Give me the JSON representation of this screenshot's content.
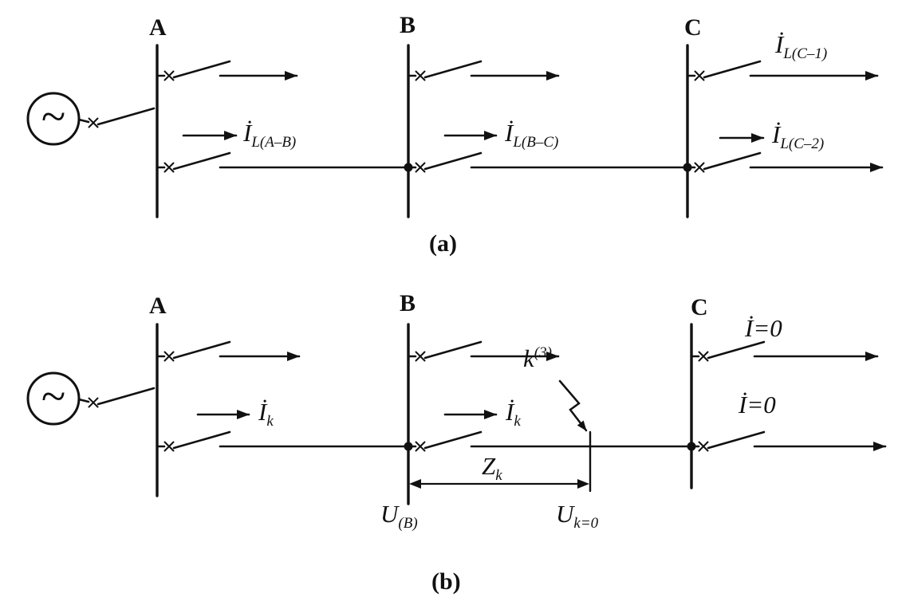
{
  "colors": {
    "ink": "#111111",
    "background": "#ffffff"
  },
  "figure_a": {
    "caption": "(a)",
    "generator_symbol": "~",
    "bus_labels": {
      "a": "A",
      "b": "B",
      "c": "C"
    },
    "currents": {
      "line_ab": {
        "symbol": "İ",
        "subscript": "L(A–B)"
      },
      "line_bc": {
        "symbol": "İ",
        "subscript": "L(B–C)"
      },
      "load_c1": {
        "symbol": "İ",
        "subscript": "L(C–1)"
      },
      "load_c2": {
        "symbol": "İ",
        "subscript": "L(C–2)"
      }
    }
  },
  "figure_b": {
    "caption": "(b)",
    "generator_symbol": "~",
    "bus_labels": {
      "a": "A",
      "b": "B",
      "c": "C"
    },
    "currents": {
      "section_ab": {
        "symbol": "İ",
        "subscript": "k"
      },
      "section_bf": {
        "symbol": "İ",
        "subscript": "k"
      },
      "feeder_c1": "İ=0",
      "feeder_c2": "İ=0"
    },
    "fault": {
      "symbol": "k",
      "superscript": "(3)"
    },
    "impedance": {
      "symbol": "Z",
      "subscript": "k"
    },
    "voltages": {
      "bus_b": {
        "symbol": "U",
        "subscript": "(B)"
      },
      "fault_point": {
        "symbol": "U",
        "subscript": "k=0"
      }
    }
  }
}
